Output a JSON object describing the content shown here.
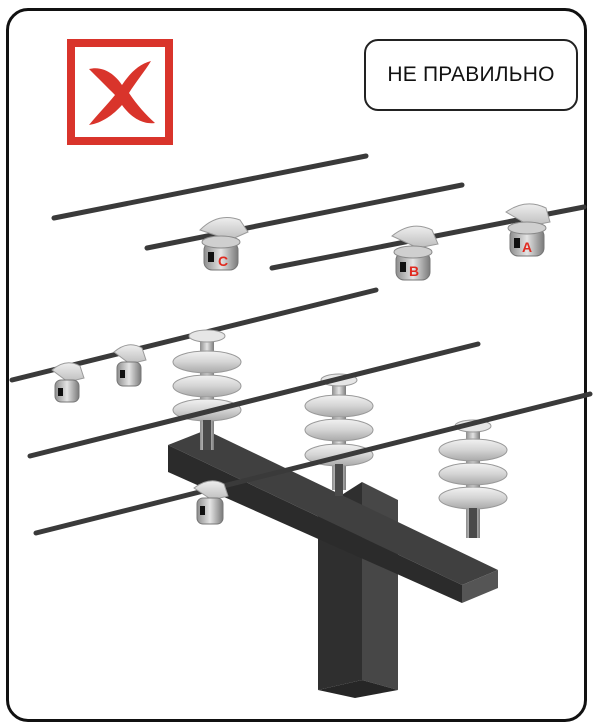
{
  "status_label": "НЕ ПРАВИЛЬНО",
  "phase_labels": {
    "a": "A",
    "b": "B",
    "c": "C"
  },
  "colors": {
    "error_red": "#d9342b",
    "label_red": "#e02a20",
    "wire": "#3a3a3a",
    "crossarm": "#3b3b3b"
  },
  "icons": {
    "mark": "wrong-cross-icon"
  }
}
